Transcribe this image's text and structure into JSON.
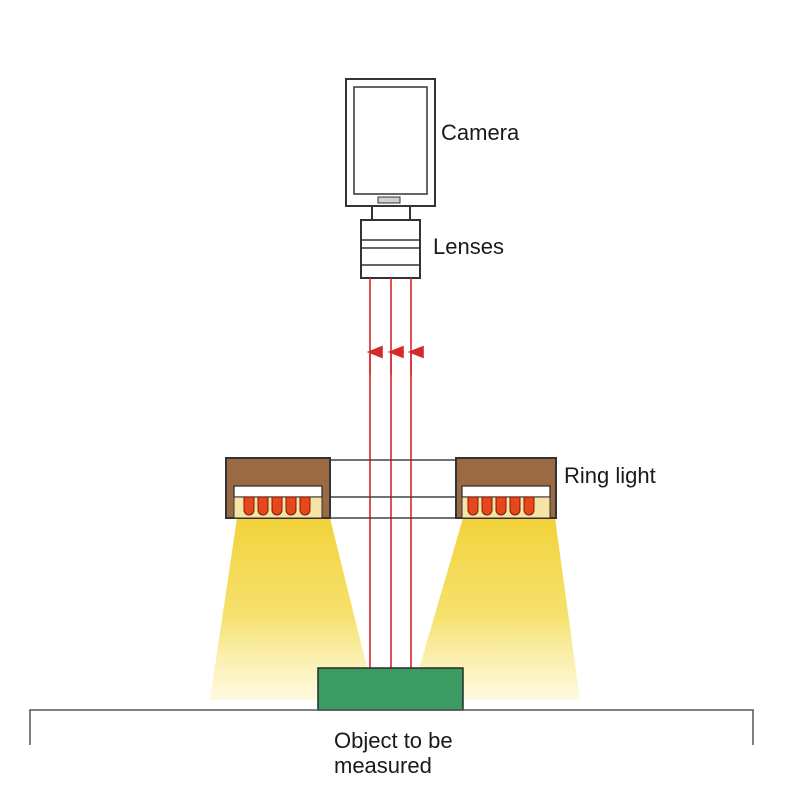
{
  "labels": {
    "camera": "Camera",
    "lenses": "Lenses",
    "ring_light": "Ring light",
    "object_line1": "Object to be",
    "object_line2": "measured"
  },
  "colors": {
    "light_beam": "#f2d23a",
    "light_ray": "#d42a2a",
    "led": "#e8471c",
    "housing": "#9a6a45",
    "object": "#3c9a63",
    "outline": "#333333"
  }
}
